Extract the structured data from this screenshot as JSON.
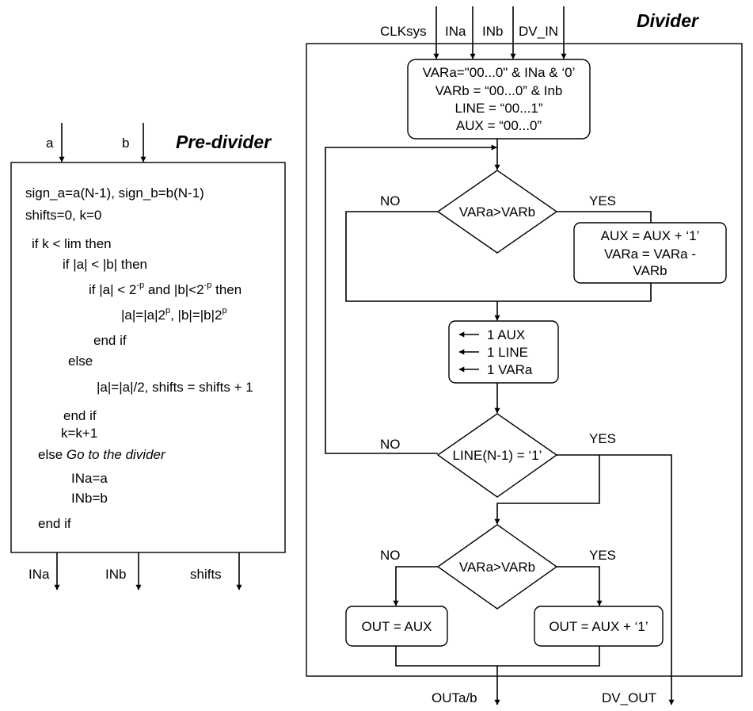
{
  "pre": {
    "title": "Pre-divider",
    "inputs": [
      "a",
      "b"
    ],
    "outputs": [
      "INa",
      "INb",
      "shifts"
    ],
    "code": [
      "sign_a=a(N-1), sign_b=b(N-1)",
      "shifts=0,  k=0",
      "if k < lim then",
      "if |a| < |b| then",
      "end if",
      "else",
      "|a|=|a|/2, shifts = shifts + 1",
      "end if",
      "k=k+1",
      "INa=a",
      "INb=b",
      "end if"
    ],
    "cond_a": "if |a| < 2",
    "cond_mid": " and |b|<2",
    "cond_end": " then",
    "exp_neg": "-p",
    "exp_pos": "p",
    "assign_a": "|a|=|a|2",
    "assign_b": ", |b|=|b|2",
    "else_word": "else ",
    "goto": "Go to the divider"
  },
  "div": {
    "title": "Divider",
    "inputs": [
      "CLKsys",
      "INa",
      "INb",
      "DV_IN"
    ],
    "init": [
      "VARa=\"00...0\" & INa & ‘0’",
      "VARb = “00...0” & Inb",
      "LINE = “00...1”",
      "AUX = “00...0”"
    ],
    "d1": "VARa>VARb",
    "d2": "LINE(N-1) = ‘1’",
    "d3": "VARa>VARb",
    "no": "NO",
    "yes": "YES",
    "update": [
      "AUX = AUX + ‘1’",
      "VARa = VARa -",
      "VARb"
    ],
    "shift": [
      "1   AUX",
      "1   LINE",
      "1   VARa"
    ],
    "out_no": "OUT = AUX",
    "out_yes": "OUT = AUX + ‘1’",
    "outputs": [
      "OUTa/b",
      "DV_OUT"
    ]
  }
}
